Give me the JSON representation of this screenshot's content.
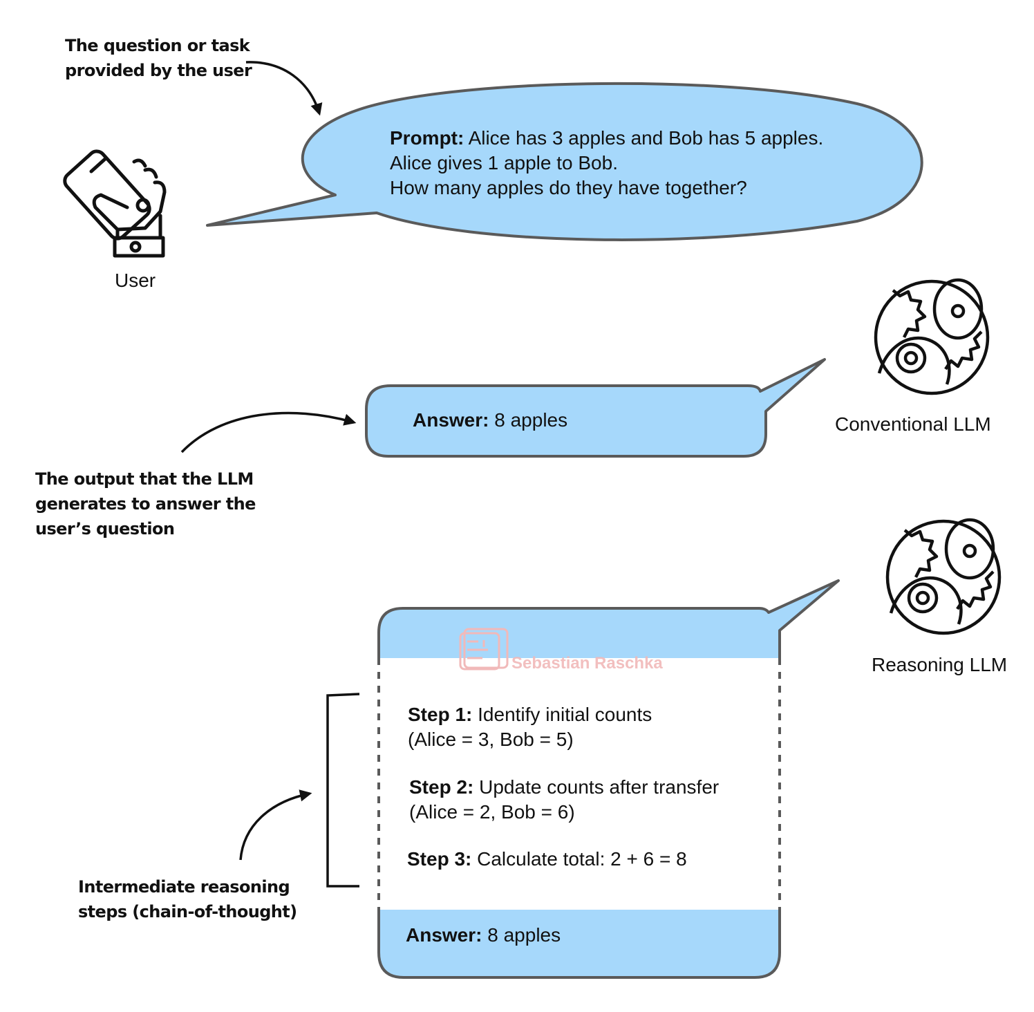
{
  "annotations": {
    "user_prompt": [
      "The question or task",
      "provided by the user"
    ],
    "llm_output": [
      "The output that the LLM",
      "generates to answer the",
      "user’s question"
    ],
    "reasoning_steps": [
      "Intermediate reasoning",
      "steps (chain-of-thought)"
    ]
  },
  "user": {
    "label": "User",
    "icon": "hand-holding-phone-icon"
  },
  "prompt": {
    "heading": "Prompt:",
    "line1": "Alice has 3 apples and Bob has 5 apples.",
    "line2": "Alice gives 1 apple to Bob.",
    "line3": "How many apples do they have together?"
  },
  "conventional": {
    "label": "Conventional LLM",
    "icon": "eye-brain-icon",
    "answer_heading": "Answer:",
    "answer_text": "8 apples"
  },
  "reasoning": {
    "label": "Reasoning LLM",
    "icon": "eye-brain-icon",
    "steps": [
      {
        "heading": "Step 1:",
        "text": "Identify initial counts",
        "detail": "(Alice = 3, Bob = 5)"
      },
      {
        "heading": "Step 2:",
        "text": "Update counts after transfer",
        "detail": "(Alice = 2, Bob = 6)"
      },
      {
        "heading": "Step 3:",
        "text": "Calculate total: 2 + 6 = 8",
        "detail": ""
      }
    ],
    "answer_heading": "Answer:",
    "answer_text": "8 apples"
  },
  "watermark": "Sebastian Raschka",
  "colors": {
    "bubble_fill": "#a6d8fb",
    "bubble_stroke": "#5a5a5a",
    "ink": "#111111"
  }
}
